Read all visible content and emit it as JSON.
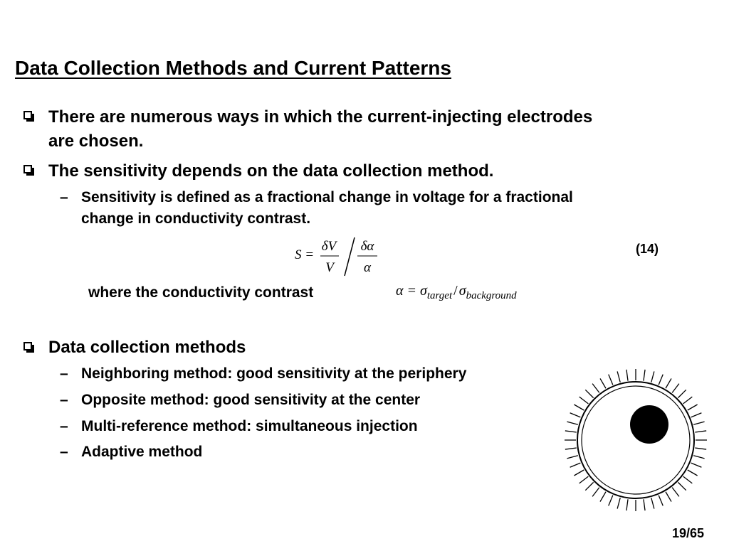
{
  "slide": {
    "title": "Data Collection Methods and Current Patterns",
    "page_number": "19/65"
  },
  "bullets": {
    "b1_line1": "There are numerous ways in which the current-injecting electrodes",
    "b1_line2": "are chosen.",
    "b2": "The sensitivity depends on the data collection method.",
    "b2_sub1_line1": "Sensitivity is defined as a fractional change in voltage for a fractional",
    "b2_sub1_line2": "change in conductivity contrast.",
    "where_text": "where the conductivity contrast",
    "b3": "Data collection methods",
    "b3_subs": [
      "Neighboring method: good sensitivity at the periphery",
      "Opposite method: good sensitivity at the center",
      "Multi-reference method: simultaneous injection",
      "Adaptive method"
    ],
    "dash": "–"
  },
  "equation": {
    "number": "(14)",
    "lhs": "S =",
    "num1": "δV",
    "den1": "V",
    "num2": "δα",
    "den2": "α",
    "contrast_lhs": "α = σ",
    "sub_target": "target",
    "slash": "/",
    "sigma": "σ",
    "sub_background": "background"
  },
  "figure": {
    "electrode_count": 48,
    "inclusion": {
      "description": "black circular target in upper-right of circle"
    }
  }
}
